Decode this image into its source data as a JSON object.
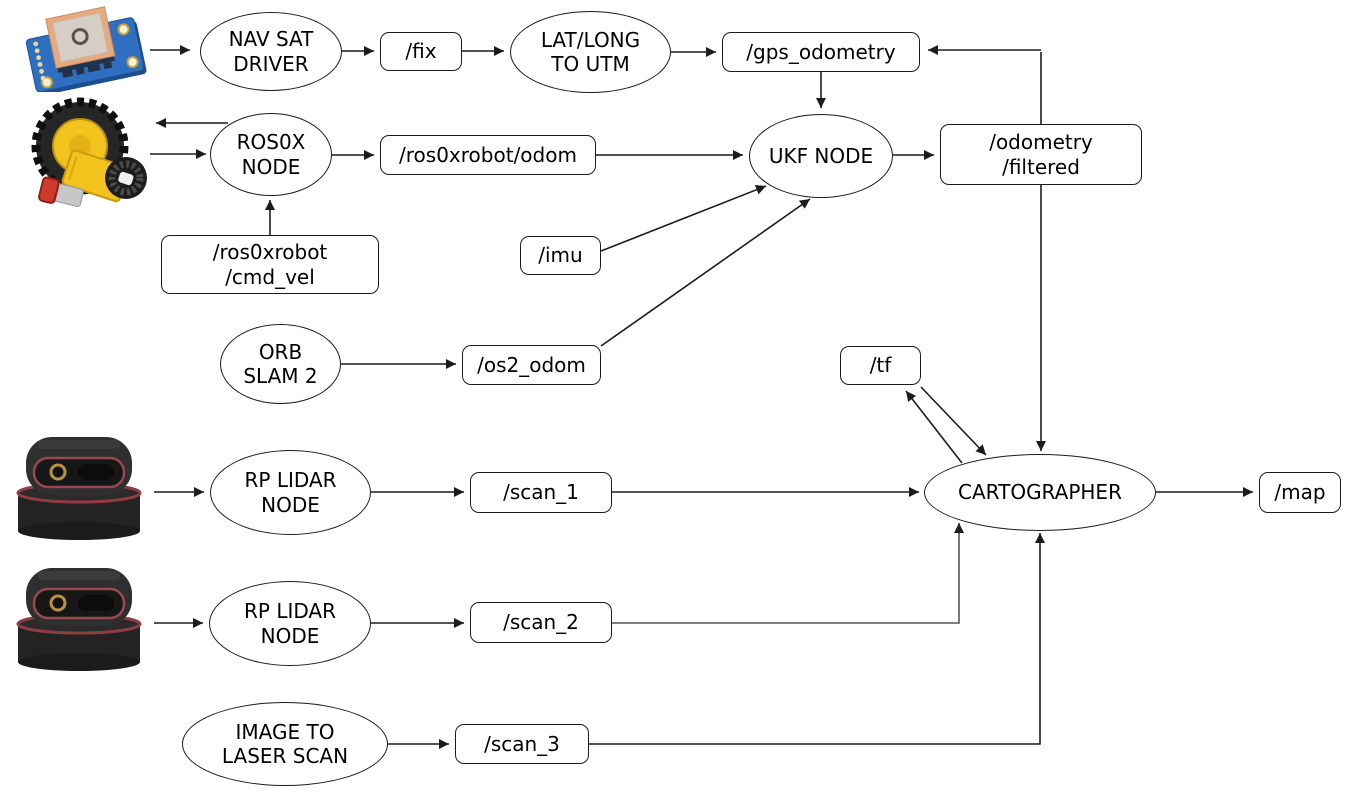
{
  "diagram": {
    "colors": {
      "background": "#ffffff",
      "stroke": "#1c1c1c",
      "fill": "#ffffff"
    },
    "nodes": {
      "nav_sat_driver": {
        "label": "NAV SAT DRIVER",
        "shape": "ellipse"
      },
      "fix": {
        "label": "/fix",
        "shape": "box"
      },
      "lat_long_to_utm": {
        "label": "LAT/LONG TO UTM",
        "shape": "ellipse"
      },
      "gps_odometry": {
        "label": "/gps_odometry",
        "shape": "box"
      },
      "ros0x_node": {
        "label": "ROS0X NODE",
        "shape": "ellipse"
      },
      "ros0xrobot_odom": {
        "label": "/ros0xrobot/odom",
        "shape": "box"
      },
      "ukf_node": {
        "label": "UKF NODE",
        "shape": "ellipse"
      },
      "odometry_filtered": {
        "line1": "/odometry",
        "line2": "/filtered",
        "shape": "box"
      },
      "ros0xrobot_cmd_vel": {
        "line1": "/ros0xrobot",
        "line2": "/cmd_vel",
        "shape": "box"
      },
      "imu": {
        "label": "/imu",
        "shape": "box"
      },
      "orb_slam_2": {
        "label": "ORB SLAM 2",
        "shape": "ellipse"
      },
      "os2_odom": {
        "label": "/os2_odom",
        "shape": "box"
      },
      "tf": {
        "label": "/tf",
        "shape": "box"
      },
      "rp_lidar_node_1": {
        "label": "RP LIDAR NODE",
        "shape": "ellipse"
      },
      "scan_1": {
        "label": "/scan_1",
        "shape": "box"
      },
      "rp_lidar_node_2": {
        "label": "RP LIDAR NODE",
        "shape": "ellipse"
      },
      "scan_2": {
        "label": "/scan_2",
        "shape": "box"
      },
      "image_to_laser_scan": {
        "label": "IMAGE TO LASER SCAN",
        "shape": "ellipse"
      },
      "scan_3": {
        "label": "/scan_3",
        "shape": "box"
      },
      "cartographer": {
        "label": "CARTOGRAPHER",
        "shape": "ellipse"
      },
      "map": {
        "label": "/map",
        "shape": "box"
      }
    },
    "images": {
      "top_left": "gps-module-photo",
      "row2": "wheel-motor-encoder-photo",
      "row5": "rplidar-photo",
      "row6": "rplidar-photo"
    },
    "edges": [
      {
        "from": "gps-module-photo",
        "to": "nav_sat_driver"
      },
      {
        "from": "nav_sat_driver",
        "to": "fix"
      },
      {
        "from": "fix",
        "to": "lat_long_to_utm"
      },
      {
        "from": "lat_long_to_utm",
        "to": "gps_odometry"
      },
      {
        "from": "gps_odometry",
        "to": "ukf_node"
      },
      {
        "from": "odometry_filtered",
        "to": "gps_odometry"
      },
      {
        "from": "ros0x_node",
        "to": "wheel-motor-encoder-photo"
      },
      {
        "from": "wheel-motor-encoder-photo",
        "to": "ros0x_node"
      },
      {
        "from": "ros0xrobot_cmd_vel",
        "to": "ros0x_node"
      },
      {
        "from": "ros0x_node",
        "to": "ros0xrobot_odom"
      },
      {
        "from": "ros0xrobot_odom",
        "to": "ukf_node"
      },
      {
        "from": "imu",
        "to": "ukf_node"
      },
      {
        "from": "orb_slam_2",
        "to": "os2_odom"
      },
      {
        "from": "os2_odom",
        "to": "ukf_node"
      },
      {
        "from": "ukf_node",
        "to": "odometry_filtered"
      },
      {
        "from": "odometry_filtered",
        "to": "cartographer"
      },
      {
        "from": "cartographer",
        "to": "tf"
      },
      {
        "from": "tf",
        "to": "cartographer"
      },
      {
        "from": "rplidar-photo-1",
        "to": "rp_lidar_node_1"
      },
      {
        "from": "rp_lidar_node_1",
        "to": "scan_1"
      },
      {
        "from": "scan_1",
        "to": "cartographer"
      },
      {
        "from": "rplidar-photo-2",
        "to": "rp_lidar_node_2"
      },
      {
        "from": "rp_lidar_node_2",
        "to": "scan_2"
      },
      {
        "from": "scan_2",
        "to": "cartographer"
      },
      {
        "from": "image_to_laser_scan",
        "to": "scan_3"
      },
      {
        "from": "scan_3",
        "to": "cartographer"
      },
      {
        "from": "cartographer",
        "to": "map"
      }
    ]
  }
}
